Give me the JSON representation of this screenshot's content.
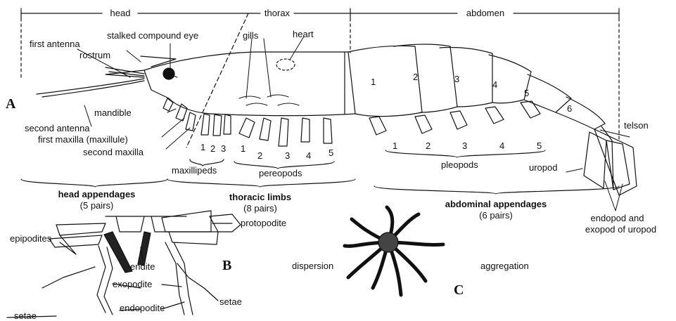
{
  "regions": {
    "head": "head",
    "thorax": "thorax",
    "abdomen": "abdomen"
  },
  "panels": {
    "a": "A",
    "b": "B",
    "c": "C"
  },
  "labels": {
    "stalked_eye": "stalked compound eye",
    "first_antenna": "first antenna",
    "rostrum": "rostrum",
    "gills": "gills",
    "heart": "heart",
    "mandible": "mandible",
    "second_antenna": "second antenna",
    "first_maxilla": "first maxilla (maxillule)",
    "second_maxilla": "second maxilla",
    "maxillipeds": "maxillipeds",
    "pereopods": "pereopods",
    "pleopods": "pleopods",
    "uropod": "uropod",
    "telson": "telson",
    "endopod_exopod_1": "endopod and",
    "endopod_exopod_2": "exopod of uropod",
    "protopodite": "protopodite",
    "epipodites": "epipodites",
    "endite": "endite",
    "exopodite": "exopodite",
    "endopodite": "endopodite",
    "setae_right": "setae",
    "setae_left": "setae",
    "dispersion": "dispersion",
    "aggregation": "aggregation"
  },
  "groups": {
    "head_appendages": {
      "title": "head appendages",
      "count": "(5 pairs)"
    },
    "thoracic_limbs": {
      "title": "thoracic limbs",
      "count": "(8 pairs)"
    },
    "abdominal_appendages": {
      "title": "abdominal appendages",
      "count": "(6 pairs)"
    }
  },
  "numbers": {
    "maxilliped_nums": [
      "1",
      "2",
      "3"
    ],
    "pereopod_nums": [
      "1",
      "2",
      "3",
      "4",
      "5"
    ],
    "pleopod_nums": [
      "1",
      "2",
      "3",
      "4",
      "5"
    ],
    "segment_nums": [
      "1",
      "2",
      "3",
      "4",
      "5",
      "6"
    ]
  }
}
